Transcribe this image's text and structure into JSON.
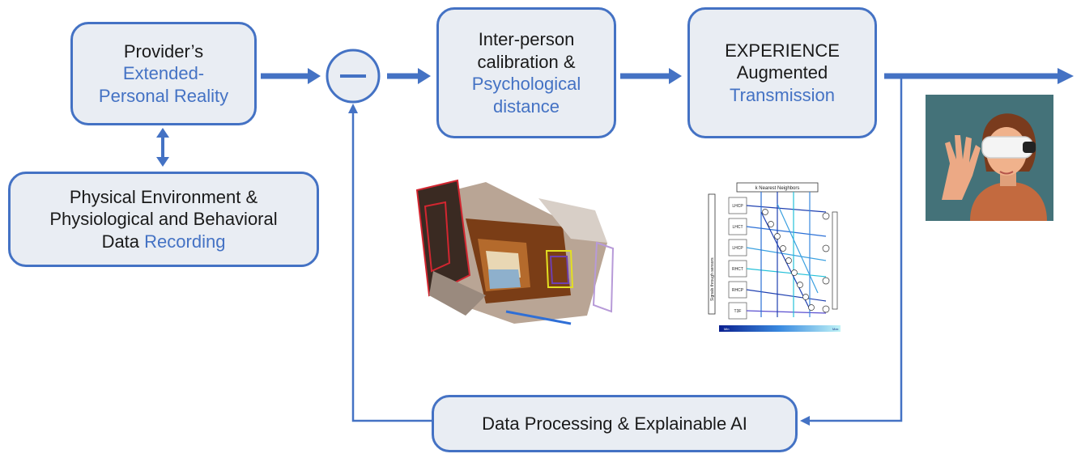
{
  "boxes": {
    "provider": {
      "line1": "Provider’s",
      "line2": "Extended-",
      "line3": "Personal Reality"
    },
    "physical": {
      "line1": "Physical Environment &",
      "line2": "Physiological and Behavioral",
      "line3a": "Data ",
      "line3b": "Recording"
    },
    "calibration": {
      "line1": "Inter-person",
      "line2": "calibration &",
      "line3": "Psychological",
      "line4": "distance"
    },
    "experience": {
      "line1": "EXPERIENCE",
      "line2": "Augmented",
      "line3": "Transmission"
    },
    "processing": {
      "label": "Data Processing & Explainable AI"
    }
  },
  "network_figure": {
    "header": "k Nearest Neighbors",
    "blocks": [
      "LHCP",
      "LHCT",
      "LHCP",
      "RHCT",
      "RHCP",
      "T3F"
    ],
    "side_label": "Signals through sensors",
    "colorbar": {
      "min": "Min",
      "max": "Max"
    }
  },
  "colors": {
    "accent": "#4472c4",
    "box_fill": "#e9edf3"
  }
}
